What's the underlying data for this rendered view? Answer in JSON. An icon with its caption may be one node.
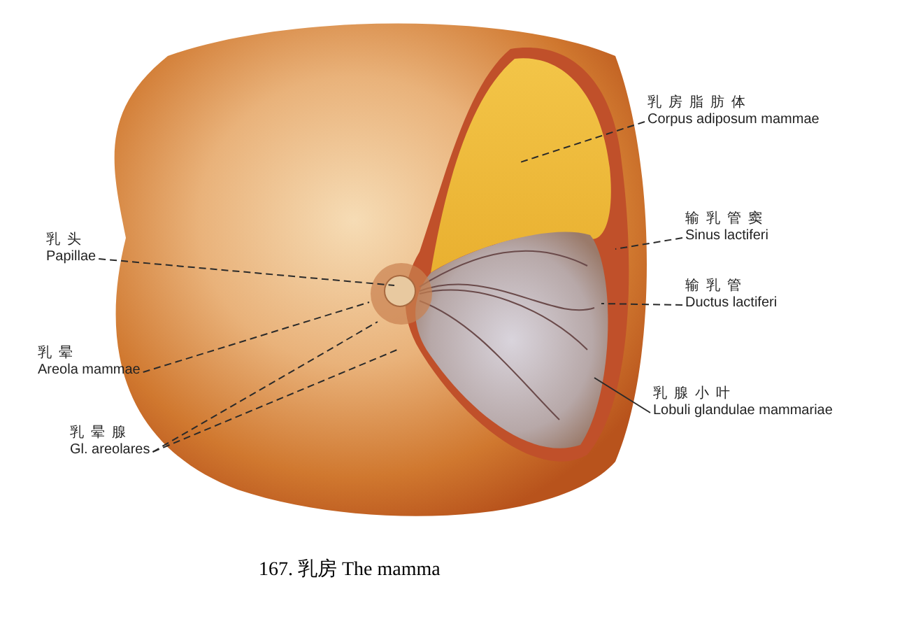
{
  "diagram": {
    "caption": "167. 乳房 The mamma",
    "nodes": [
      {
        "text": [
          "乳房脂肪体",
          "Corpus adiposum mammae"
        ]
      },
      {
        "text": [
          "输乳管窦",
          "Sinus lactiferi"
        ]
      },
      {
        "text": [
          "乳头",
          "Papillae"
        ]
      },
      {
        "text": [
          "输乳管",
          "Ductus lactiferi"
        ]
      },
      {
        "text": [
          "乳晕",
          "Areola mammae"
        ]
      },
      {
        "text": [
          "乳腺小叶",
          "Lobuli glandulae mammariae"
        ]
      },
      {
        "text": [
          "乳晕腺",
          "Gl. areolares"
        ]
      }
    ],
    "edges": [
      {
        "from": 0,
        "to": null,
        "arrow": "none",
        "style": "dashed"
      },
      {
        "from": 1,
        "to": null,
        "arrow": "none",
        "style": "dashed"
      },
      {
        "from": 2,
        "to": null,
        "arrow": "none",
        "style": "dashed"
      },
      {
        "from": 3,
        "to": null,
        "arrow": "none",
        "style": "dashed"
      },
      {
        "from": 4,
        "to": null,
        "arrow": "none",
        "style": "dashed"
      },
      {
        "from": 5,
        "to": null,
        "arrow": "none"
      },
      {
        "from": 6,
        "to": null,
        "arrow": "none",
        "style": "dashed"
      },
      {
        "from": 6,
        "to": null,
        "arrow": "none",
        "style": "dashed"
      }
    ]
  }
}
